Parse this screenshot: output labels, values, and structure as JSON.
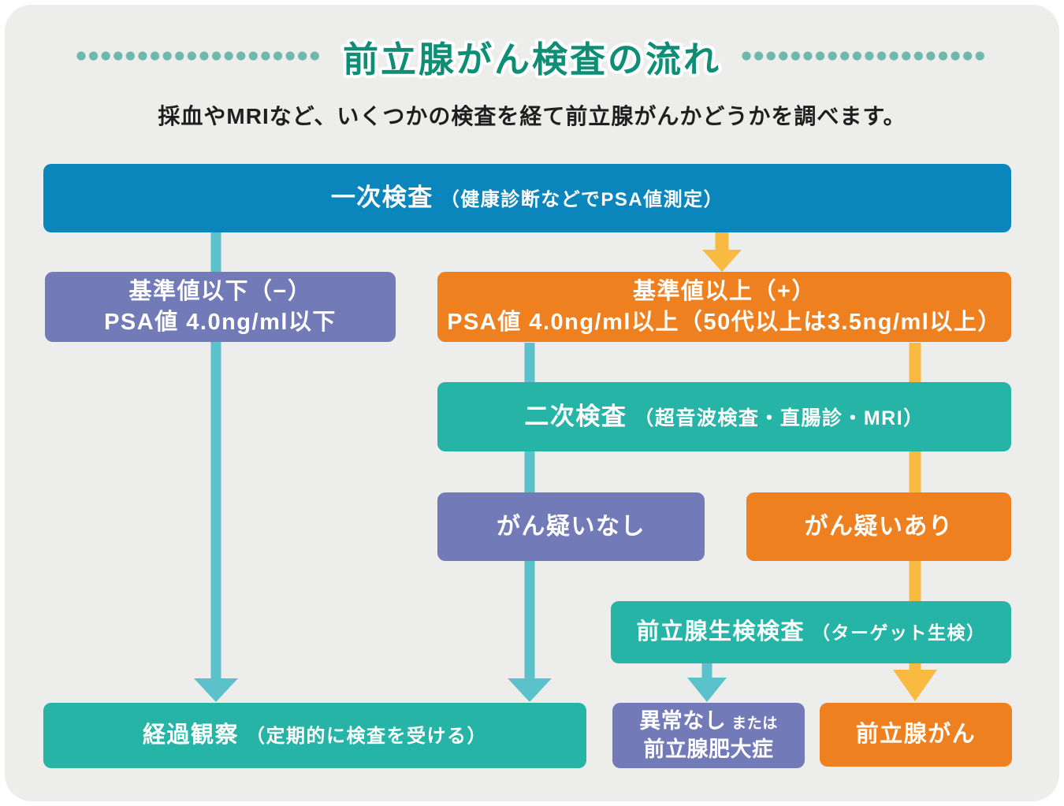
{
  "header": {
    "title": "前立腺がん検査の流れ",
    "subtitle": "採血やMRIなど、いくつかの検査を経て前立腺がんかどうかを調べます。"
  },
  "colors": {
    "panel_bg": "#edeeec",
    "title_green": "#0e8e75",
    "dot_teal": "#6fb9ab",
    "box_blue": "#0b86bd",
    "box_purple": "#737ab8",
    "box_orange": "#ee8020",
    "box_teal": "#26b4a7",
    "arrow_teal": "#5bc1ca",
    "arrow_yellow": "#f8ba41",
    "box_text": "#ffffff",
    "subtitle_text": "#1f1f1f"
  },
  "nodes": {
    "primary": {
      "main": "一次検査",
      "note": "（健康診断などでPSA値測定）"
    },
    "below_threshold": {
      "line1": "基準値以下（−）",
      "line2": "PSA値 4.0ng/ml以下"
    },
    "above_threshold": {
      "line1": "基準値以上（+）",
      "line2": "PSA値 4.0ng/ml以上（50代以上は3.5ng/ml以上）"
    },
    "secondary": {
      "main": "二次検査",
      "note": "（超音波検査・直腸診・MRI）"
    },
    "no_suspicion": {
      "main": "がん疑いなし"
    },
    "suspicion": {
      "main": "がん疑いあり"
    },
    "biopsy": {
      "main": "前立腺生検検査",
      "note": "（ターゲット生検）"
    },
    "observation": {
      "main": "経過観察",
      "note": "（定期的に検査を受ける）"
    },
    "no_abnormality": {
      "line1": "異常なし",
      "line1_small": "または",
      "line2": "前立腺肥大症"
    },
    "cancer": {
      "main": "前立腺がん"
    }
  },
  "arrows": [
    {
      "from": "primary",
      "to": "observation",
      "passes_behind": "below_threshold",
      "color": "arrow_teal"
    },
    {
      "from": "primary",
      "to": "above_threshold",
      "color": "arrow_yellow"
    },
    {
      "from": "above_threshold",
      "to": "observation",
      "passes_behind": "secondary, no_suspicion",
      "color": "arrow_teal"
    },
    {
      "from": "above_threshold",
      "to": "cancer",
      "passes_behind": "secondary, suspicion, biopsy",
      "color": "arrow_yellow"
    },
    {
      "from": "biopsy",
      "to": "no_abnormality",
      "color": "arrow_teal"
    }
  ]
}
